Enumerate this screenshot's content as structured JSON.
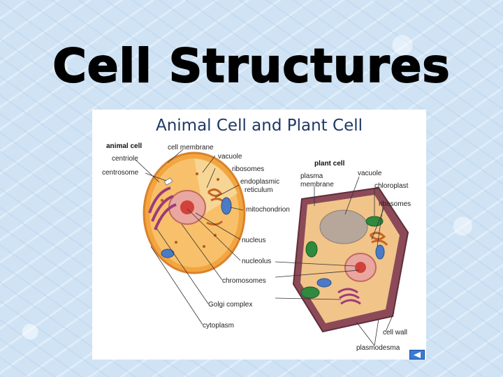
{
  "slide": {
    "title": "Cell Structures"
  },
  "figure": {
    "title": "Animal Cell and Plant Cell",
    "animal_labels": {
      "heading": "animal cell",
      "centriole": "centriole",
      "centrosome": "centrosome",
      "cell_membrane": "cell membrane",
      "vacuole": "vacuole",
      "ribosomes": "ribosomes",
      "endoplasmic_reticulum_1": "endoplasmic",
      "endoplasmic_reticulum_2": "reticulum",
      "mitochondrion": "mitochondrion",
      "nucleus": "nucleus",
      "nucleolus": "nucleolus",
      "chromosomes": "chromosomes",
      "golgi_complex": "Golgi complex",
      "cytoplasm": "cytoplasm"
    },
    "plant_labels": {
      "heading": "plant cell",
      "plasma_membrane_1": "plasma",
      "plasma_membrane_2": "membrane",
      "vacuole": "vacuole",
      "chloroplast": "chloroplast",
      "ribosomes": "ribosomes",
      "cell_wall": "cell wall",
      "plasmodesma": "plasmodesma"
    }
  },
  "nav": {
    "back_icon": "left-triangle-icon"
  }
}
